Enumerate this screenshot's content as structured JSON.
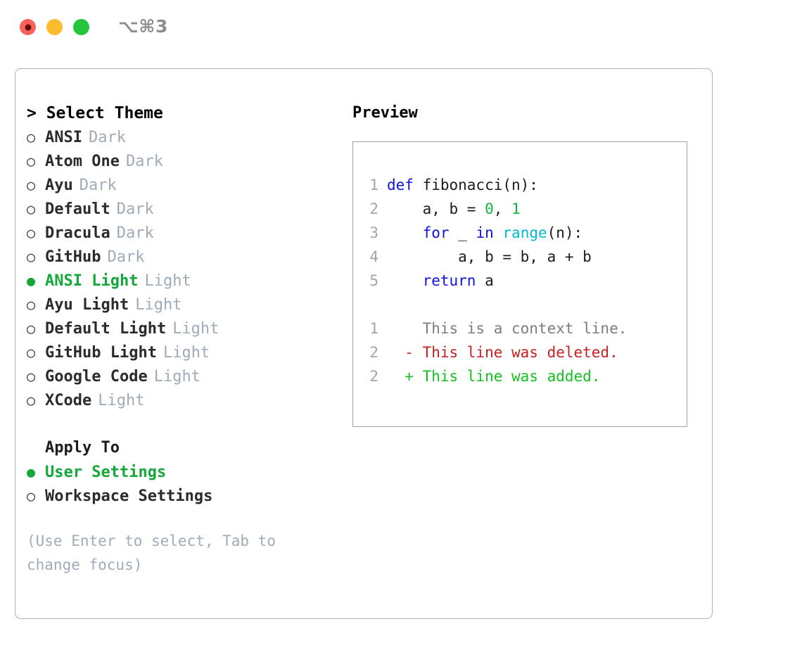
{
  "titlebar": {
    "shortcut": "⌥⌘3",
    "buttons": [
      {
        "name": "close",
        "color": "#fc6058"
      },
      {
        "name": "minimize",
        "color": "#fdbc2d"
      },
      {
        "name": "maximize",
        "color": "#24c53c"
      }
    ]
  },
  "theme_picker": {
    "heading": "> Select Theme",
    "selected_marker": "●",
    "unselected_marker": "○",
    "options": [
      {
        "label": "ANSI",
        "suffix": "Dark",
        "selected": false
      },
      {
        "label": "Atom One",
        "suffix": "Dark",
        "selected": false
      },
      {
        "label": "Ayu",
        "suffix": "Dark",
        "selected": false
      },
      {
        "label": "Default",
        "suffix": "Dark",
        "selected": false
      },
      {
        "label": "Dracula",
        "suffix": "Dark",
        "selected": false
      },
      {
        "label": "GitHub",
        "suffix": "Dark",
        "selected": false
      },
      {
        "label": "ANSI Light",
        "suffix": "Light",
        "selected": true
      },
      {
        "label": "Ayu Light",
        "suffix": "Light",
        "selected": false
      },
      {
        "label": "Default Light",
        "suffix": "Light",
        "selected": false
      },
      {
        "label": "GitHub Light",
        "suffix": "Light",
        "selected": false
      },
      {
        "label": "Google Code",
        "suffix": "Light",
        "selected": false
      },
      {
        "label": "XCode",
        "suffix": "Light",
        "selected": false
      }
    ]
  },
  "apply_to": {
    "heading": "Apply To",
    "options": [
      {
        "label": "User Settings",
        "selected": true
      },
      {
        "label": "Workspace Settings",
        "selected": false
      }
    ]
  },
  "hint": "(Use Enter to select, Tab to change focus)",
  "preview": {
    "title": "Preview",
    "code_lines": [
      {
        "lineno": "1",
        "tokens": [
          {
            "text": "def ",
            "kind": "kw"
          },
          {
            "text": "fibonacci(n):",
            "kind": "plain"
          }
        ]
      },
      {
        "lineno": "2",
        "tokens": [
          {
            "text": "    a, b = ",
            "kind": "plain"
          },
          {
            "text": "0",
            "kind": "num"
          },
          {
            "text": ", ",
            "kind": "plain"
          },
          {
            "text": "1",
            "kind": "num"
          }
        ]
      },
      {
        "lineno": "3",
        "tokens": [
          {
            "text": "    ",
            "kind": "plain"
          },
          {
            "text": "for",
            "kind": "kw"
          },
          {
            "text": " _ ",
            "kind": "plain"
          },
          {
            "text": "in",
            "kind": "kw"
          },
          {
            "text": " ",
            "kind": "plain"
          },
          {
            "text": "range",
            "kind": "fn"
          },
          {
            "text": "(n):",
            "kind": "plain"
          }
        ]
      },
      {
        "lineno": "4",
        "tokens": [
          {
            "text": "        a, b = b, a + b",
            "kind": "plain"
          }
        ]
      },
      {
        "lineno": "5",
        "tokens": [
          {
            "text": "    ",
            "kind": "plain"
          },
          {
            "text": "return",
            "kind": "kw"
          },
          {
            "text": " a",
            "kind": "plain"
          }
        ]
      }
    ],
    "diff_lines": [
      {
        "lineno": "1",
        "marker": " ",
        "text": "This is a context line.",
        "kind": "context"
      },
      {
        "lineno": "2",
        "marker": "-",
        "text": "This line was deleted.",
        "kind": "del"
      },
      {
        "lineno": "2",
        "marker": "+",
        "text": "This line was added.",
        "kind": "add"
      }
    ]
  },
  "colors": {
    "accent_green": "#14a83a",
    "muted": "#a0abb8",
    "border": "#aab4c0",
    "keyword": "#1111e0",
    "function": "#00bcd4",
    "number": "#14b53b",
    "diff_delete": "#c62020",
    "diff_add": "#13c121"
  }
}
